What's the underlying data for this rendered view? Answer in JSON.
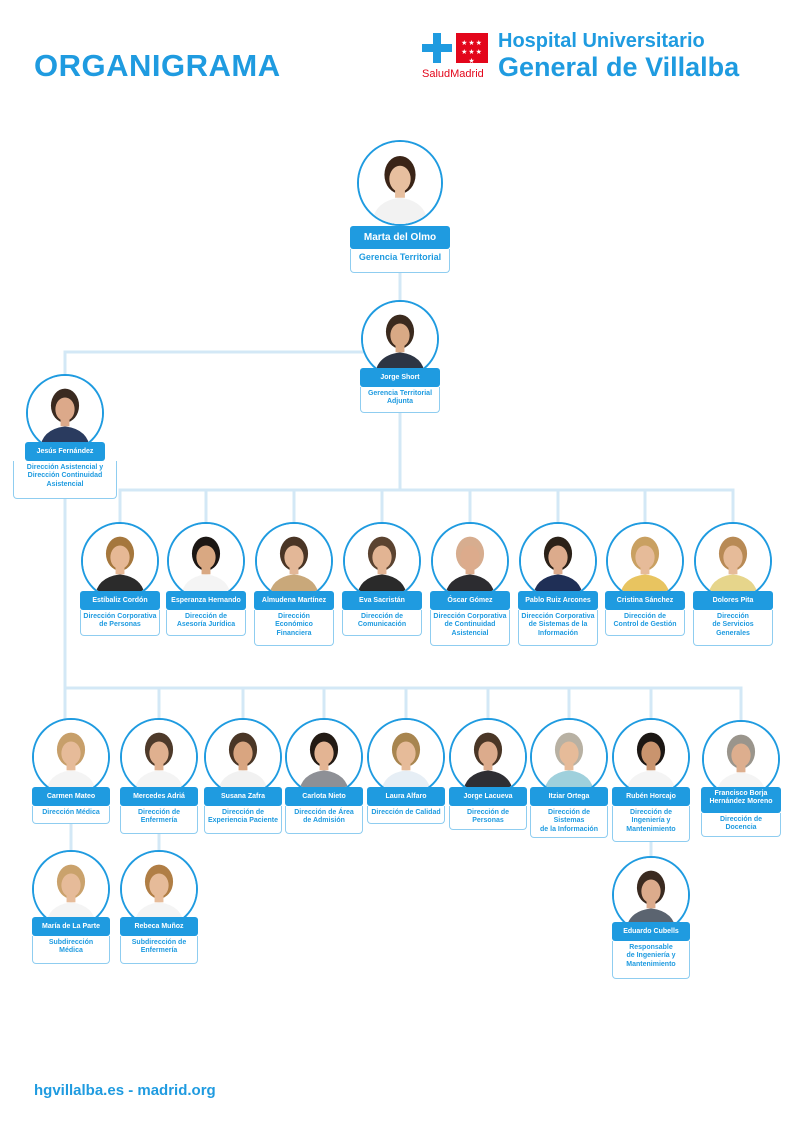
{
  "header": {
    "title": "ORGANIGRAMA",
    "logo_line1": "Hospital Universitario",
    "logo_line2": "General de Villalba",
    "logo_brand": "SaludMadrid",
    "logo_flag": "★★★\n★★★\n★"
  },
  "footer": {
    "text": "hgvillalba.es - madrid.org"
  },
  "colors": {
    "accent": "#1f9be0",
    "line": "#d3e8f6",
    "role_border": "#8fcdf0"
  },
  "people": [
    {
      "name": "Marta del Olmo",
      "role": "Gerencia Territorial",
      "hair": "#3a2417",
      "top": "#f2f2f2",
      "skin": "#e7bf9f"
    },
    {
      "name": "Jorge Short",
      "role": "Gerencia Territorial\nAdjunta",
      "hair": "#3b2a1e",
      "top": "#2d3544",
      "skin": "#d9a985"
    },
    {
      "name": "Jesús Fernández",
      "role": "Dirección Asistencial y\nDirección Continuidad\nAsistencial",
      "hair": "#3a2a20",
      "top": "#2a3b5f",
      "skin": "#dca98a"
    },
    {
      "name": "Estíbaliz Cordón",
      "role": "Dirección Corporativa\nde Personas",
      "hair": "#a5773d",
      "top": "#2b2b2b",
      "skin": "#e6b895"
    },
    {
      "name": "Esperanza Hernando",
      "role": "Dirección de\nAsesoría Jurídica",
      "hair": "#1c1714",
      "top": "#f4f4f4",
      "skin": "#d9a882"
    },
    {
      "name": "Almudena Martínez",
      "role": "Dirección\nEconómico\nFinanciera",
      "hair": "#4a3525",
      "top": "#c9a87a",
      "skin": "#e3b797"
    },
    {
      "name": "Eva Sacristán",
      "role": "Dirección de\nComunicación",
      "hair": "#5b4330",
      "top": "#2a2a2a",
      "skin": "#e2b493"
    },
    {
      "name": "Óscar Gómez",
      "role": "Dirección Corporativa\nde Continuidad\nAsistencial",
      "hair": "#d7ad8f",
      "top": "#2c2c30",
      "skin": "#dcab8c"
    },
    {
      "name": "Pablo Ruiz Arcones",
      "role": "Dirección Corporativa\nde Sistemas de la\nInformación",
      "hair": "#2b2118",
      "top": "#1f2f56",
      "skin": "#dcab8c"
    },
    {
      "name": "Cristina Sánchez",
      "role": "Dirección de\nControl de Gestión",
      "hair": "#c9a061",
      "top": "#e8c460",
      "skin": "#e6bb99"
    },
    {
      "name": "Dolores Pita",
      "role": "Dirección\nde Servicios\nGenerales",
      "hair": "#b88a55",
      "top": "#e6d58b",
      "skin": "#e6bb99"
    },
    {
      "name": "Carmen Mateo",
      "role": "Dirección Médica",
      "hair": "#c79f6a",
      "top": "#f4f4f4",
      "skin": "#e6bb99"
    },
    {
      "name": "Mercedes Adriá",
      "role": "Dirección de\nEnfermería",
      "hair": "#4e3a2a",
      "top": "#f4f4f4",
      "skin": "#e0b08f"
    },
    {
      "name": "Susana Zafra",
      "role": "Dirección de\nExperiencia Paciente",
      "hair": "#4a3626",
      "top": "#f1f1f1",
      "skin": "#d9a580"
    },
    {
      "name": "Carlota Nieto",
      "role": "Dirección de Área\nde Admisión",
      "hair": "#231a14",
      "top": "#8e9096",
      "skin": "#e3b493"
    },
    {
      "name": "Laura Alfaro",
      "role": "Dirección de Calidad",
      "hair": "#a8854f",
      "top": "#e6eef5",
      "skin": "#e6bb99"
    },
    {
      "name": "Jorge Lacueva",
      "role": "Dirección de Personas",
      "hair": "#4a3626",
      "top": "#2e2e33",
      "skin": "#dcab8c"
    },
    {
      "name": "Itziar Ortega",
      "role": "Dirección de Sistemas\nde la Información",
      "hair": "#b8b1a3",
      "top": "#9fd0dc",
      "skin": "#e6bb99"
    },
    {
      "name": "Rubén Horcajo",
      "role": "Dirección de\nIngeniería y\nMantenimiento",
      "hair": "#1c1714",
      "top": "#f4f4f4",
      "skin": "#c9946e"
    },
    {
      "name": "Francisco Borja\nHernández Moreno",
      "role": "Dirección de Docencia",
      "hair": "#9a958c",
      "top": "#f4f4f4",
      "skin": "#ddae8e"
    },
    {
      "name": "María de La Parte",
      "role": "Subdirección\nMédica",
      "hair": "#caa26c",
      "top": "#f4f4f4",
      "skin": "#e6bb99"
    },
    {
      "name": "Rebeca Muñoz",
      "role": "Subdirección de\nEnfermería",
      "hair": "#b07e45",
      "top": "#f4f4f4",
      "skin": "#e6bb99"
    },
    {
      "name": "Eduardo Cubells",
      "role": "Responsable\nde Ingeniería y\nMantenimiento",
      "hair": "#3a2a20",
      "top": "#5b6470",
      "skin": "#dcab8c"
    }
  ]
}
